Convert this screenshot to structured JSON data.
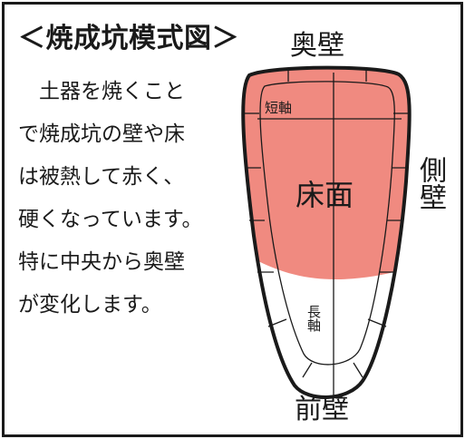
{
  "title": "＜焼成坑模式図＞",
  "description_lines": [
    "　土器を焼くこと",
    "で焼成坑の壁や床",
    "は被熱して赤く、",
    "硬くなっています。",
    "特に中央から奥壁",
    "が変化します。"
  ],
  "labels": {
    "back_wall": "奥壁",
    "side_wall": "側壁",
    "front_wall": "前壁",
    "floor": "床面",
    "short_axis": "短軸",
    "long_axis": "長軸"
  },
  "colors": {
    "heated_area": "#f08a80",
    "outline": "#1a1a1a"
  }
}
